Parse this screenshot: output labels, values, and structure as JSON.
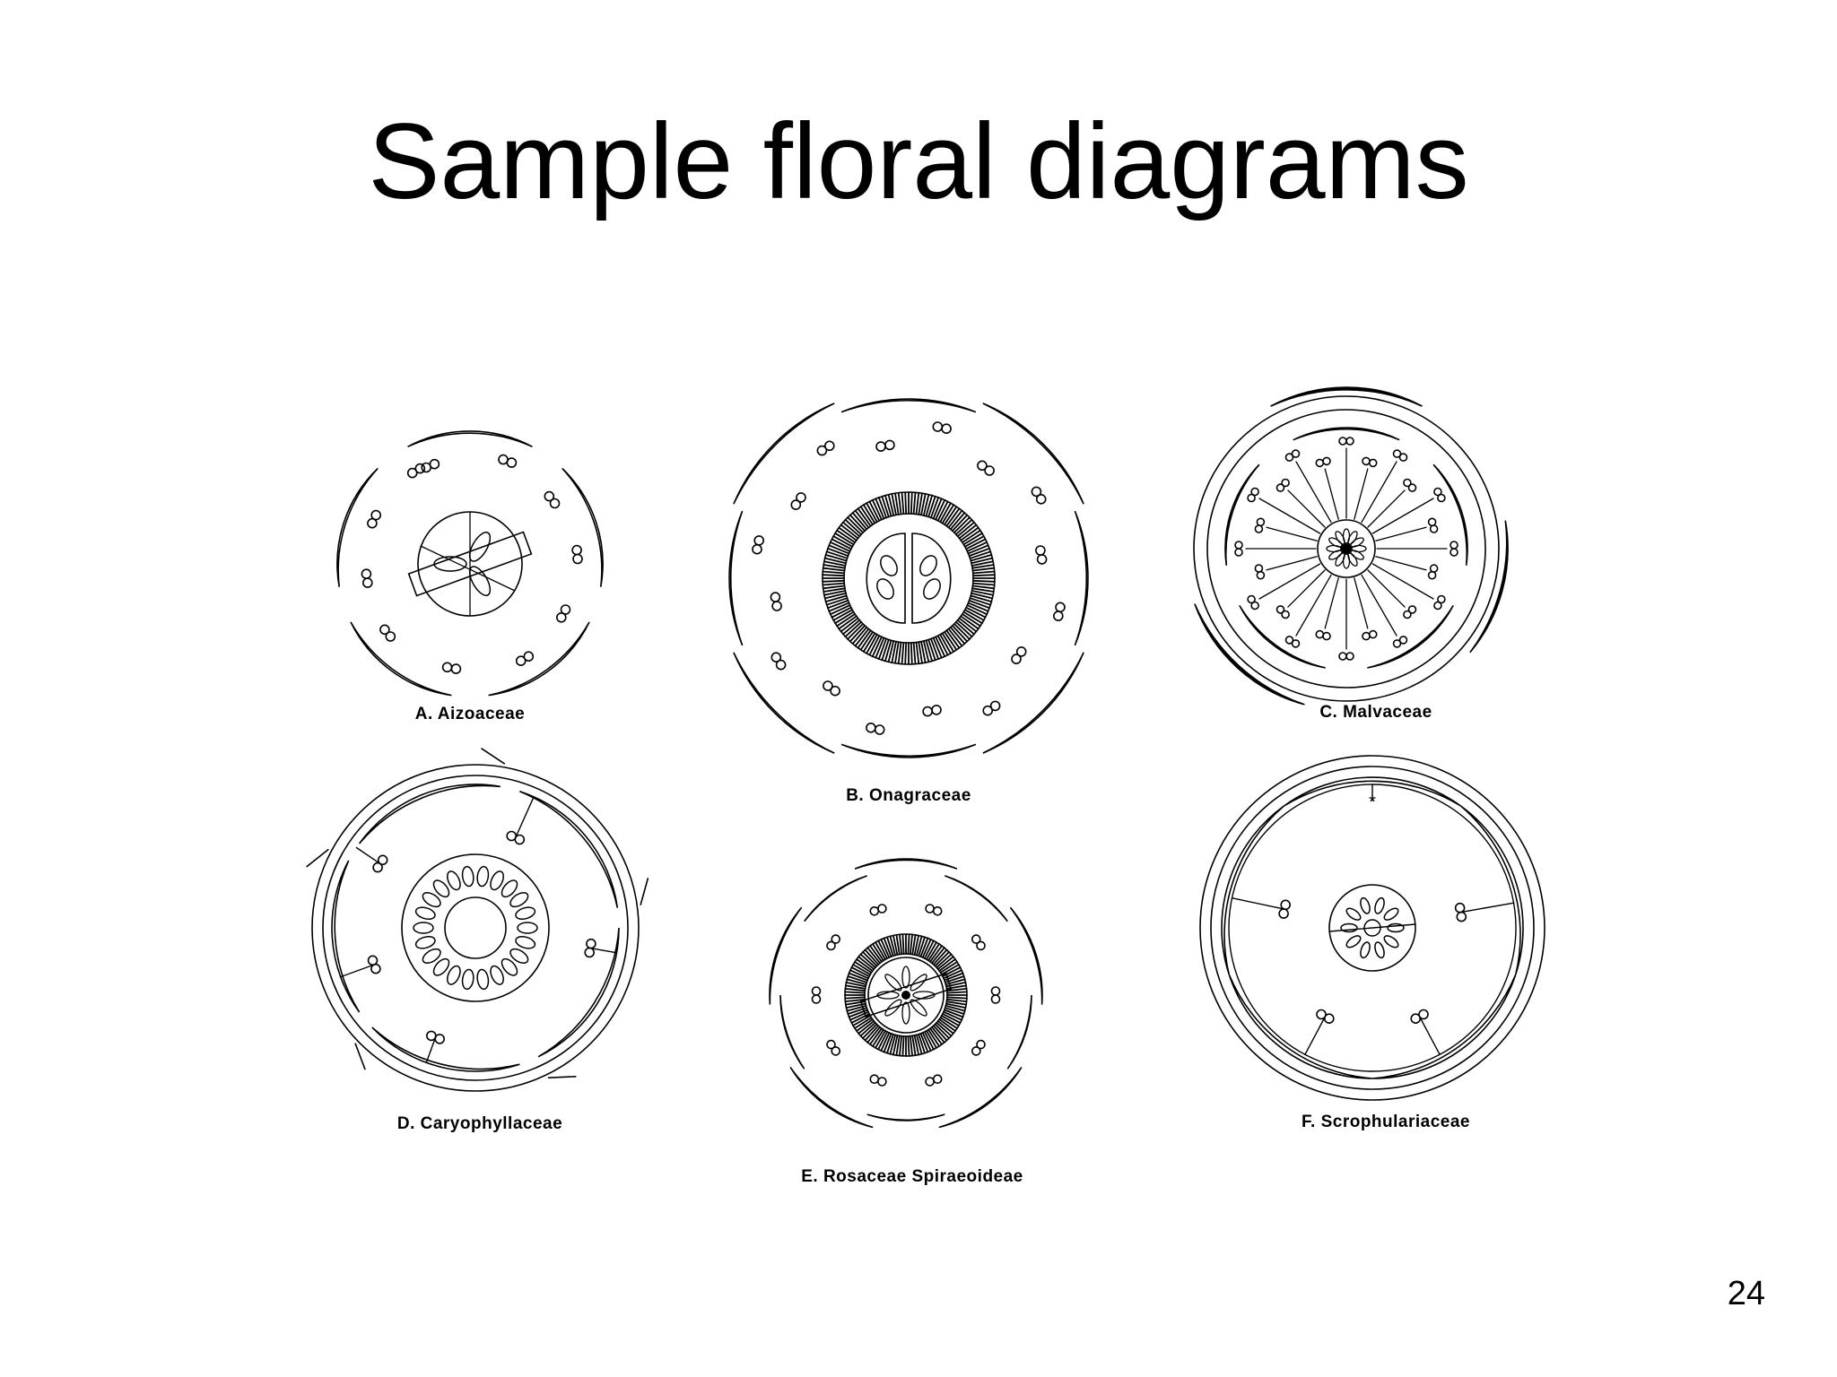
{
  "slide": {
    "title": "Sample floral diagrams",
    "page_number": "24"
  },
  "diagrams": [
    {
      "id": "A",
      "label": "A.  Aizoaceae"
    },
    {
      "id": "B",
      "label": "B.  Onagraceae"
    },
    {
      "id": "C",
      "label": "C.  Malvaceae"
    },
    {
      "id": "D",
      "label": "D.  Caryophyllaceae"
    },
    {
      "id": "E",
      "label": "E.  Rosaceae Spiraeoideae"
    },
    {
      "id": "F",
      "label": "F.  Scrophulariaceae"
    }
  ]
}
